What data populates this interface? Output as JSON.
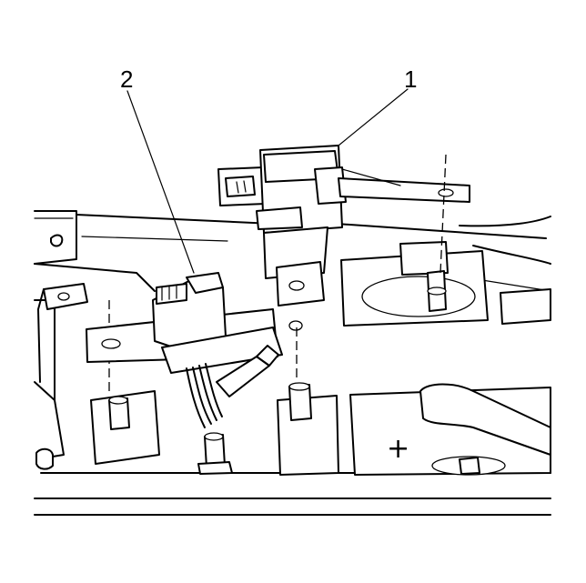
{
  "callouts": [
    {
      "id": "1",
      "label": "1"
    },
    {
      "id": "2",
      "label": "2"
    }
  ],
  "battery_terminal_symbol": "+"
}
